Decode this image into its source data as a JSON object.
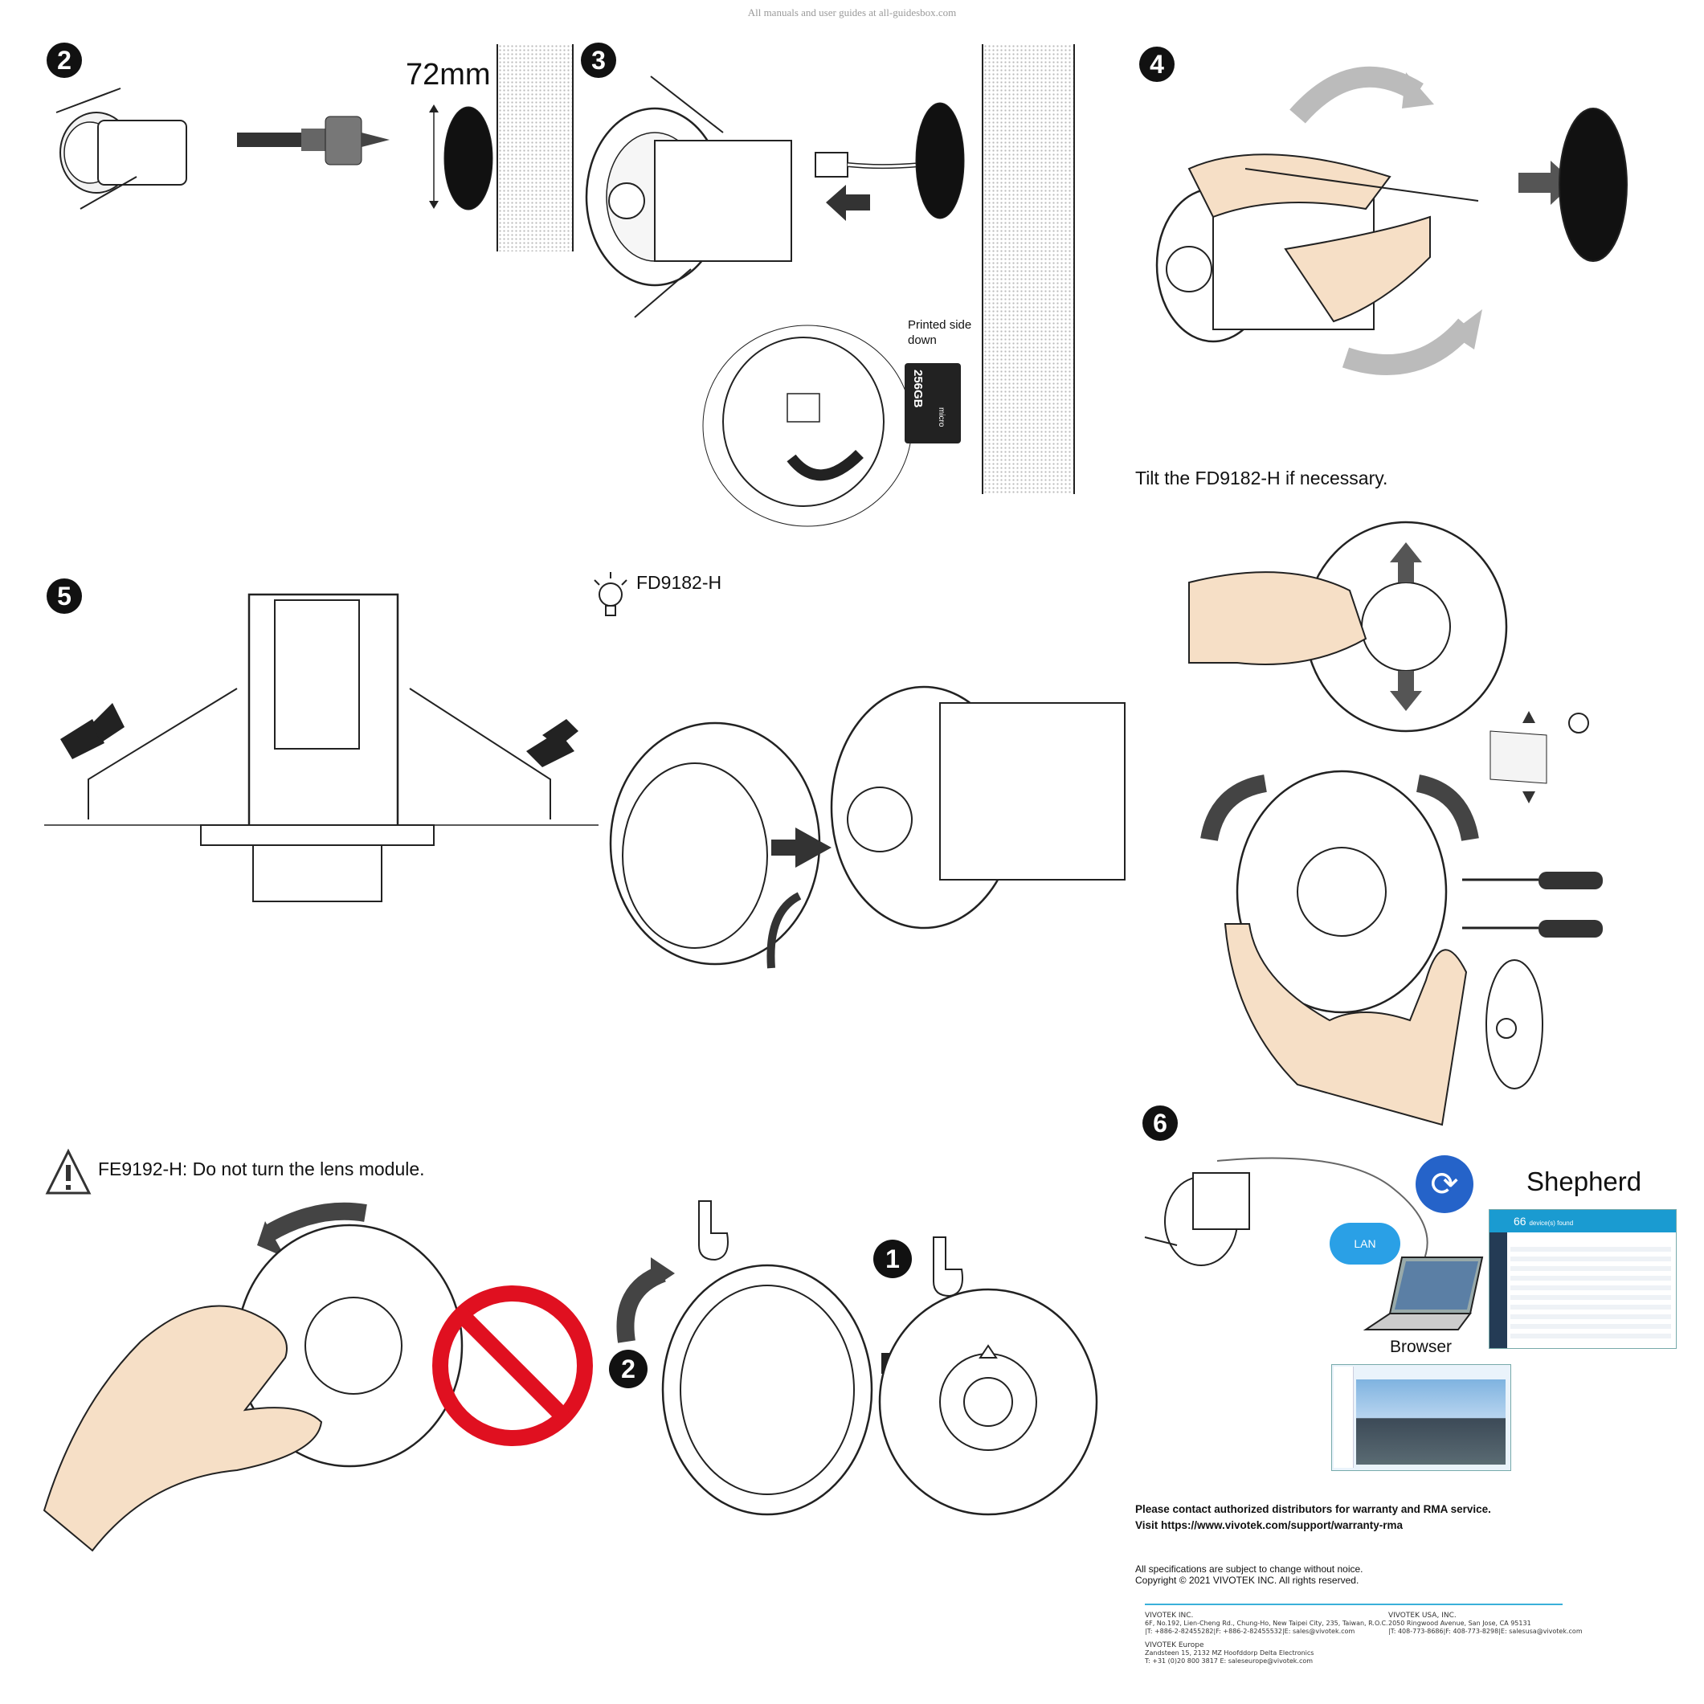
{
  "watermark": "All manuals and user guides at all-guidesbox.com",
  "steps": {
    "s2": "❷",
    "s3": "❸",
    "s4": "❹",
    "s5": "❺",
    "s6": "❻"
  },
  "step2": {
    "hole_size": "72mm"
  },
  "step3": {
    "sd_note": "Printed side\ndown",
    "sd_card_label": "256GB",
    "sd_card_sub": "micro"
  },
  "step4": {
    "caption": "Tilt the FD9182-H if necessary."
  },
  "tip": {
    "model": "FD9182-H"
  },
  "warning": {
    "text": "FE9192-H: Do not turn the lens module."
  },
  "sequence": {
    "one": "1",
    "two": "2"
  },
  "step6": {
    "app_name": "Shepherd",
    "lan_label": "LAN",
    "browser_label": "Browser",
    "device_count": "66",
    "device_found": "device(s) found"
  },
  "notice": {
    "line1": "Please contact authorized distributors for warranty and RMA service.",
    "line2": "Visit https://www.vivotek.com/support/warranty-rma"
  },
  "legal": {
    "line1": "All specifications are subject to change without noice.",
    "line2": "Copyright © 2021 VIVOTEK INC. All rights reserved."
  },
  "offices": {
    "tw": {
      "name": "VIVOTEK INC.",
      "addr": "6F, No.192, Lien-Cheng Rd., Chung-Ho, New Taipei City, 235, Taiwan, R.O.C.",
      "contact": "|T: +886-2-82455282|F: +886-2-82455532|E: sales@vivotek.com"
    },
    "us": {
      "name": "VIVOTEK USA, INC.",
      "addr": "2050 Ringwood Avenue, San Jose, CA 95131",
      "contact": "|T: 408-773-8686|F: 408-773-8298|E: salesusa@vivotek.com"
    },
    "eu": {
      "name": "VIVOTEK Europe",
      "addr": "Zandsteen 15, 2132 MZ Hoofddorp Delta Electronics",
      "contact": "T: +31 (0)20 800 3817 E: saleseurope@vivotek.com"
    }
  },
  "colors": {
    "accent_line": "#3ab0d9",
    "prohibit_red": "#e01020",
    "lan_blue": "#2aa0e6",
    "shepherd_blue": "#2563c9"
  }
}
